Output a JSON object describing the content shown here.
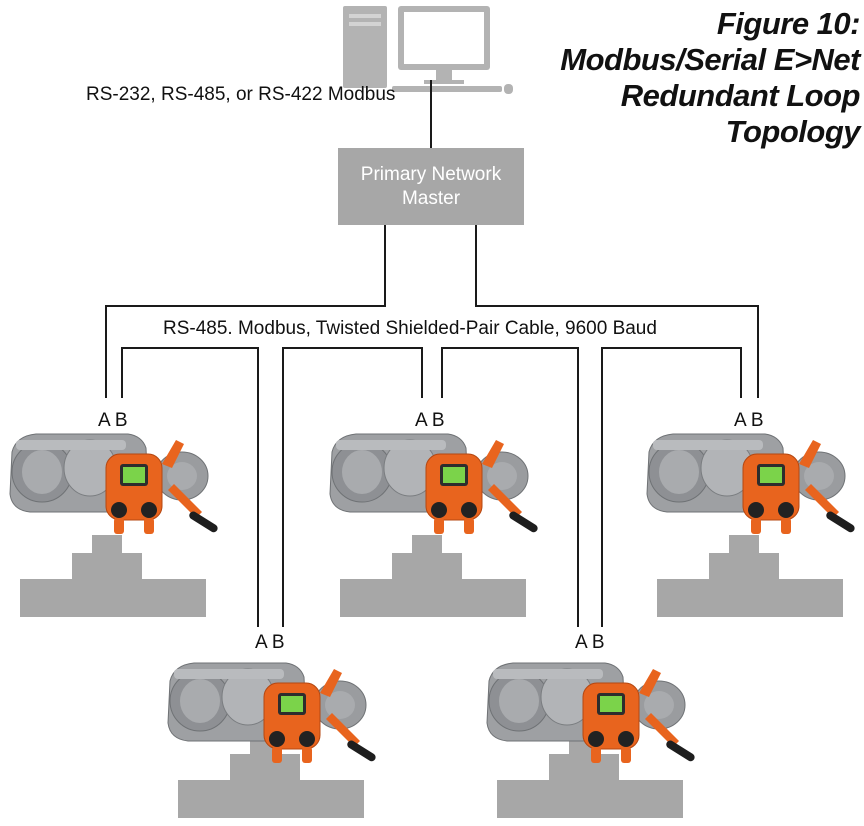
{
  "figure": {
    "title_lines": [
      "Figure 10:",
      "Modbus/Serial E>Net",
      "Redundant Loop",
      "Topology"
    ]
  },
  "host_link_label": "RS-232, RS-485, or RS-422 Modbus",
  "master": {
    "label_lines": [
      "Primary Network",
      "Master"
    ]
  },
  "bus_label": "RS-485. Modbus, Twisted Shielded-Pair Cable, 9600 Baud",
  "actuators": [
    {
      "terminal_label": "A B"
    },
    {
      "terminal_label": "A B"
    },
    {
      "terminal_label": "A B"
    },
    {
      "terminal_label": "A B"
    },
    {
      "terminal_label": "A B"
    }
  ],
  "colors": {
    "device_gray": "#a7a7a7",
    "actuator_body": "#9ea0a3",
    "actuator_accent": "#e8641e",
    "display": "#7bd34a",
    "wire": "#1a1a1a"
  }
}
